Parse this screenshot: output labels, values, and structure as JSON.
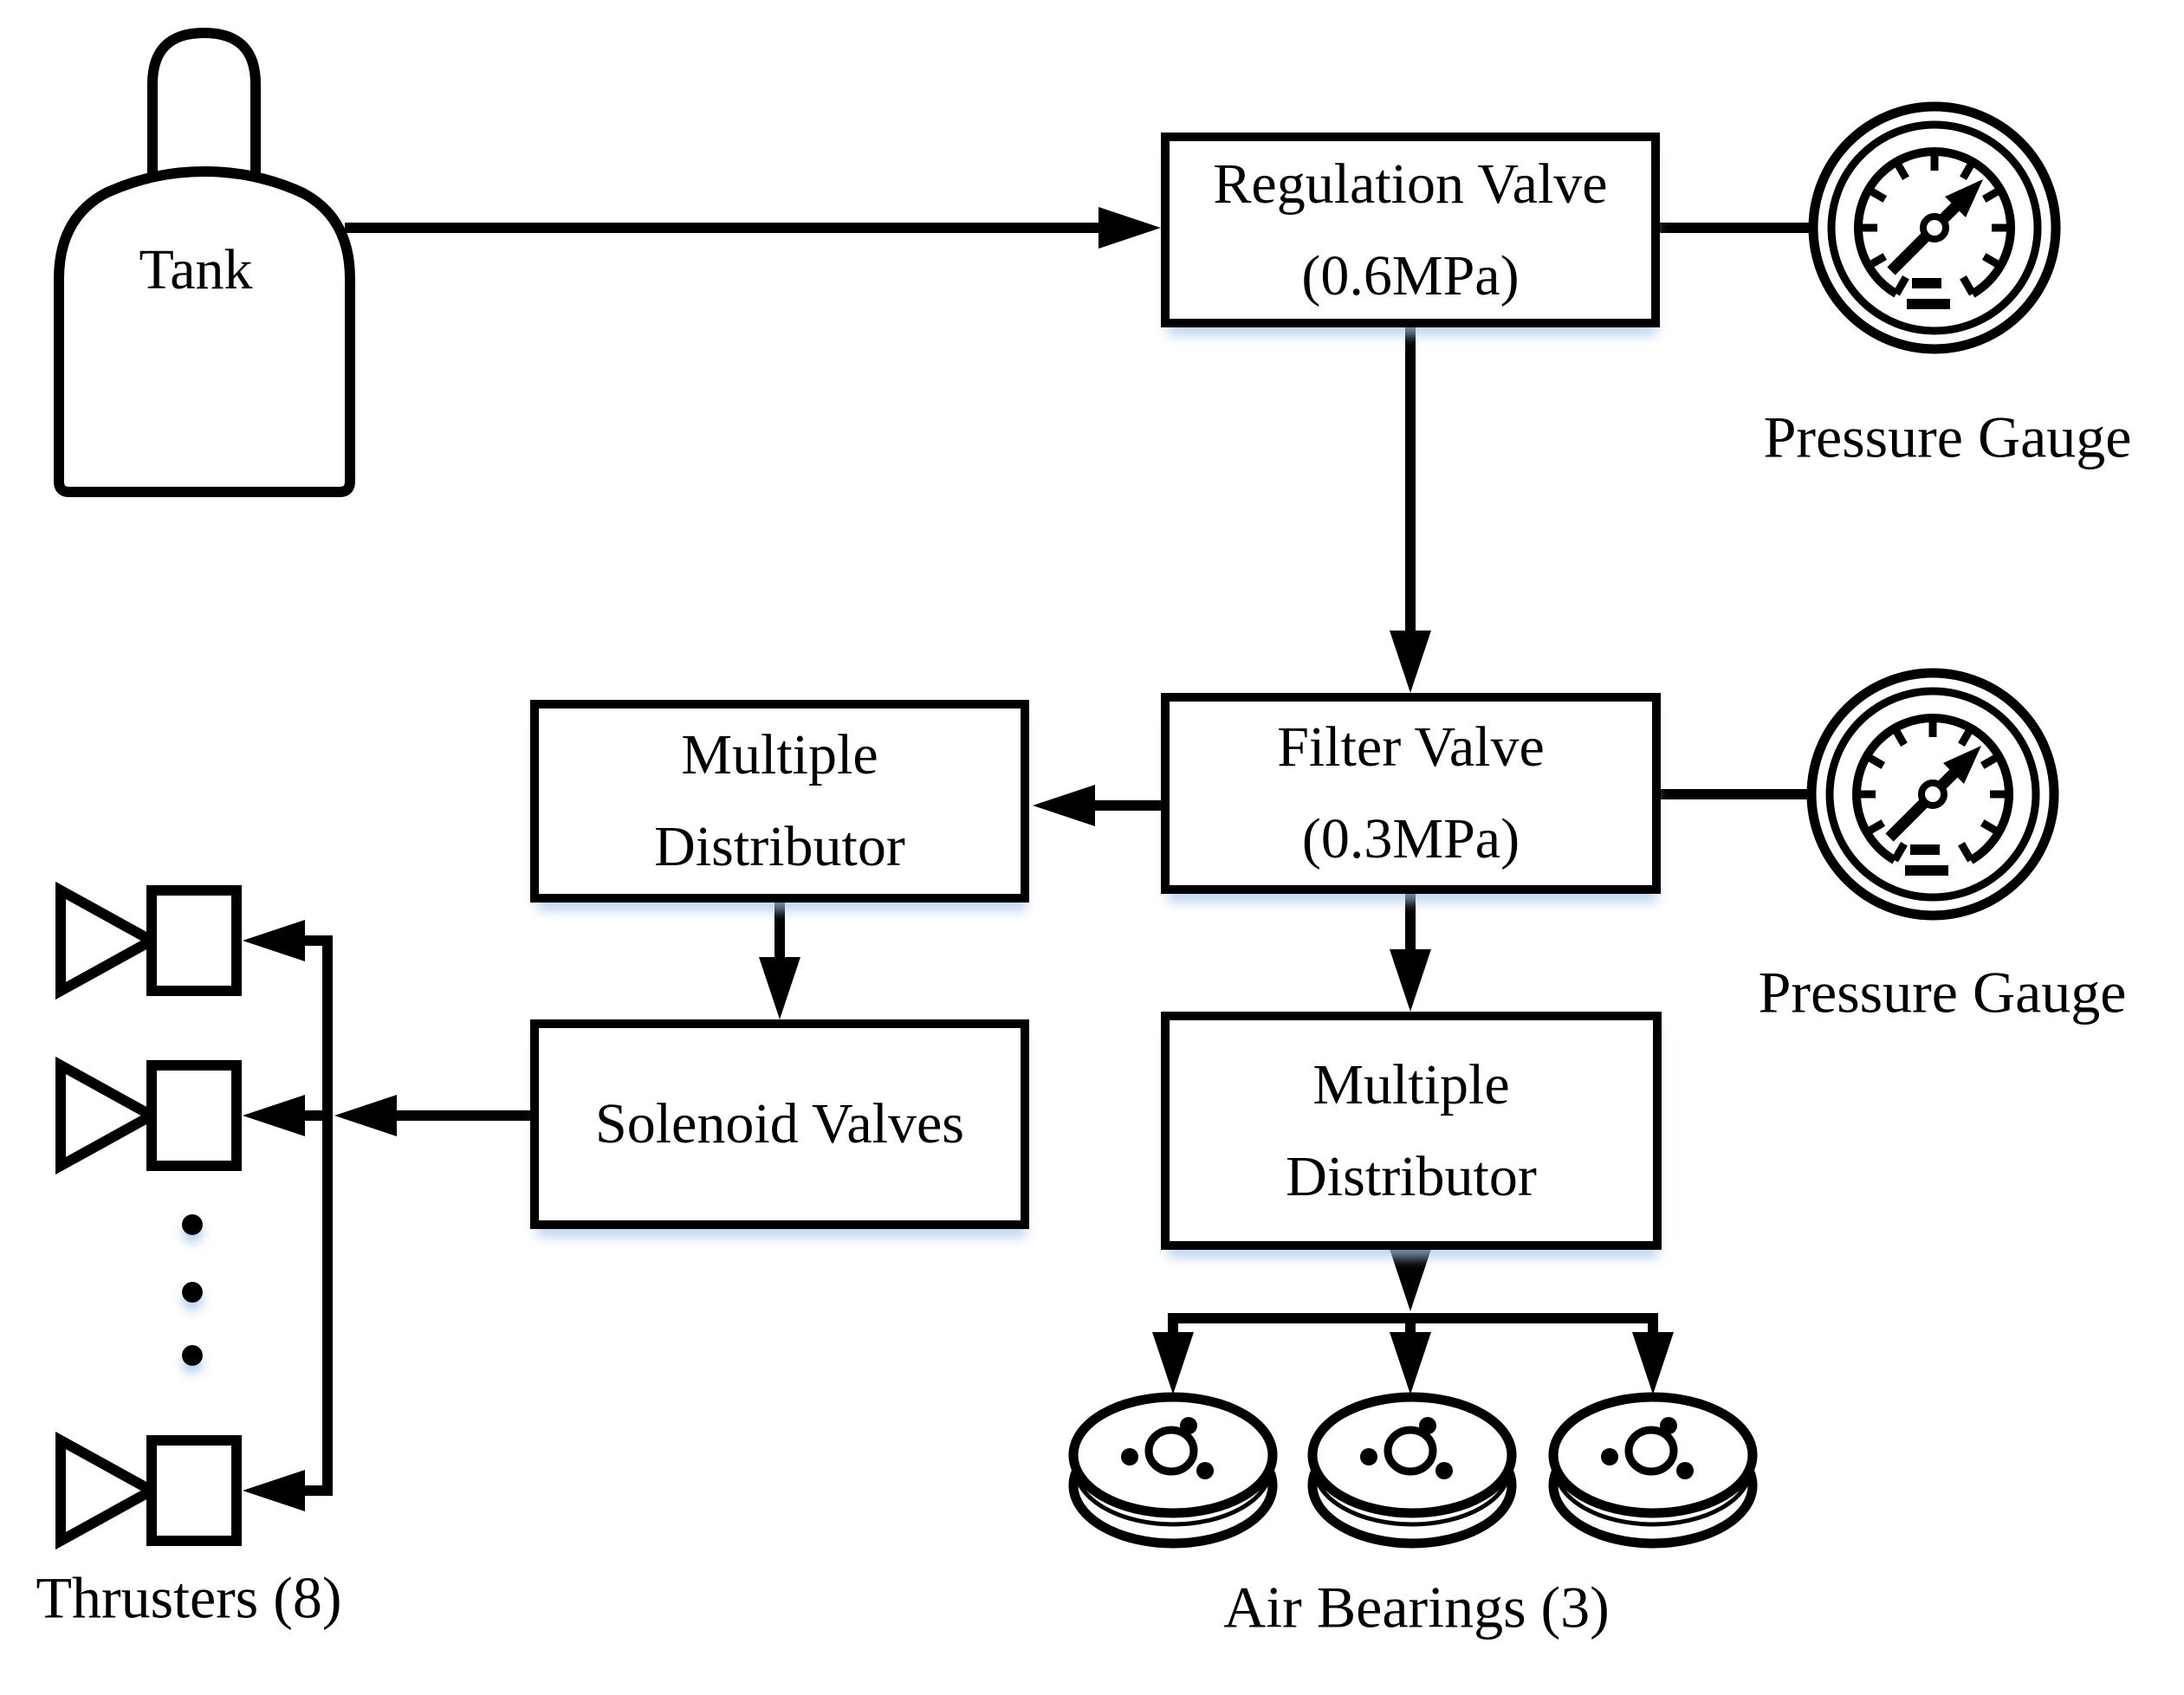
{
  "diagram": {
    "background_color": "#ffffff",
    "line_color": "#000000",
    "shadow_color": "#a8c7e9",
    "tank": {
      "label": "Tank"
    },
    "boxes": {
      "regulation_valve": {
        "line1": "Regulation Valve",
        "line2": "(0.6MPa)"
      },
      "filter_valve": {
        "line1": "Filter Valve",
        "line2": "(0.3MPa)"
      },
      "multiple_distributor_left": {
        "line1": "Multiple",
        "line2": "Distributor"
      },
      "solenoid_valves": {
        "line1": "Solenoid Valves"
      },
      "multiple_distributor_bottom": {
        "line1": "Multiple",
        "line2": "Distributor"
      }
    },
    "labels": {
      "pressure_gauge_top": "Pressure Gauge",
      "pressure_gauge_middle": "Pressure Gauge",
      "thrusters": "Thrusters (8)",
      "air_bearings": "Air Bearings (3)"
    },
    "icons": {
      "pressure_gauges_shown": 2,
      "thrusters_shown": 3,
      "air_bearings_shown": 3
    }
  }
}
